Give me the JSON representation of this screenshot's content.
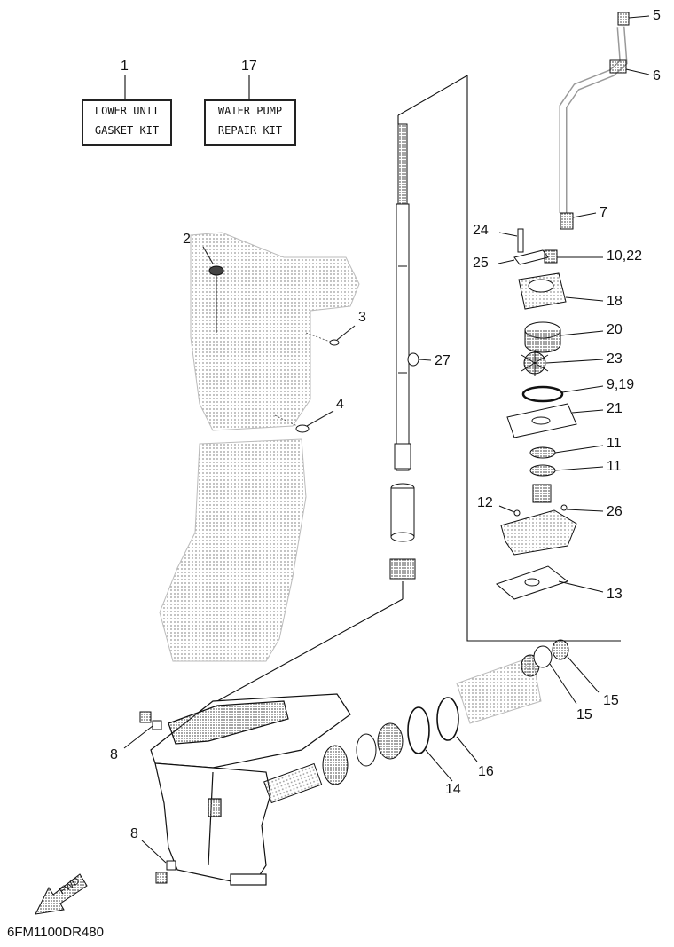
{
  "kits": [
    {
      "number": "1",
      "line1": "LOWER UNIT",
      "line2": "GASKET KIT"
    },
    {
      "number": "17",
      "line1": "WATER PUMP",
      "line2": "REPAIR KIT"
    }
  ],
  "callouts": {
    "c2": "2",
    "c3": "3",
    "c4": "4",
    "c5": "5",
    "c6": "6",
    "c7": "7",
    "c8a": "8",
    "c8b": "8",
    "c24": "24",
    "c25": "25",
    "c10_22": "10,22",
    "c18": "18",
    "c20": "20",
    "c23": "23",
    "c9_19": "9,19",
    "c21": "21",
    "c11a": "11",
    "c11b": "11",
    "c12": "12",
    "c26": "26",
    "c13": "13",
    "c27": "27",
    "c14": "14",
    "c15a": "15",
    "c15b": "15",
    "c16": "16"
  },
  "diagram_code": "6FM1100DR480",
  "fwd_label": "FWD"
}
